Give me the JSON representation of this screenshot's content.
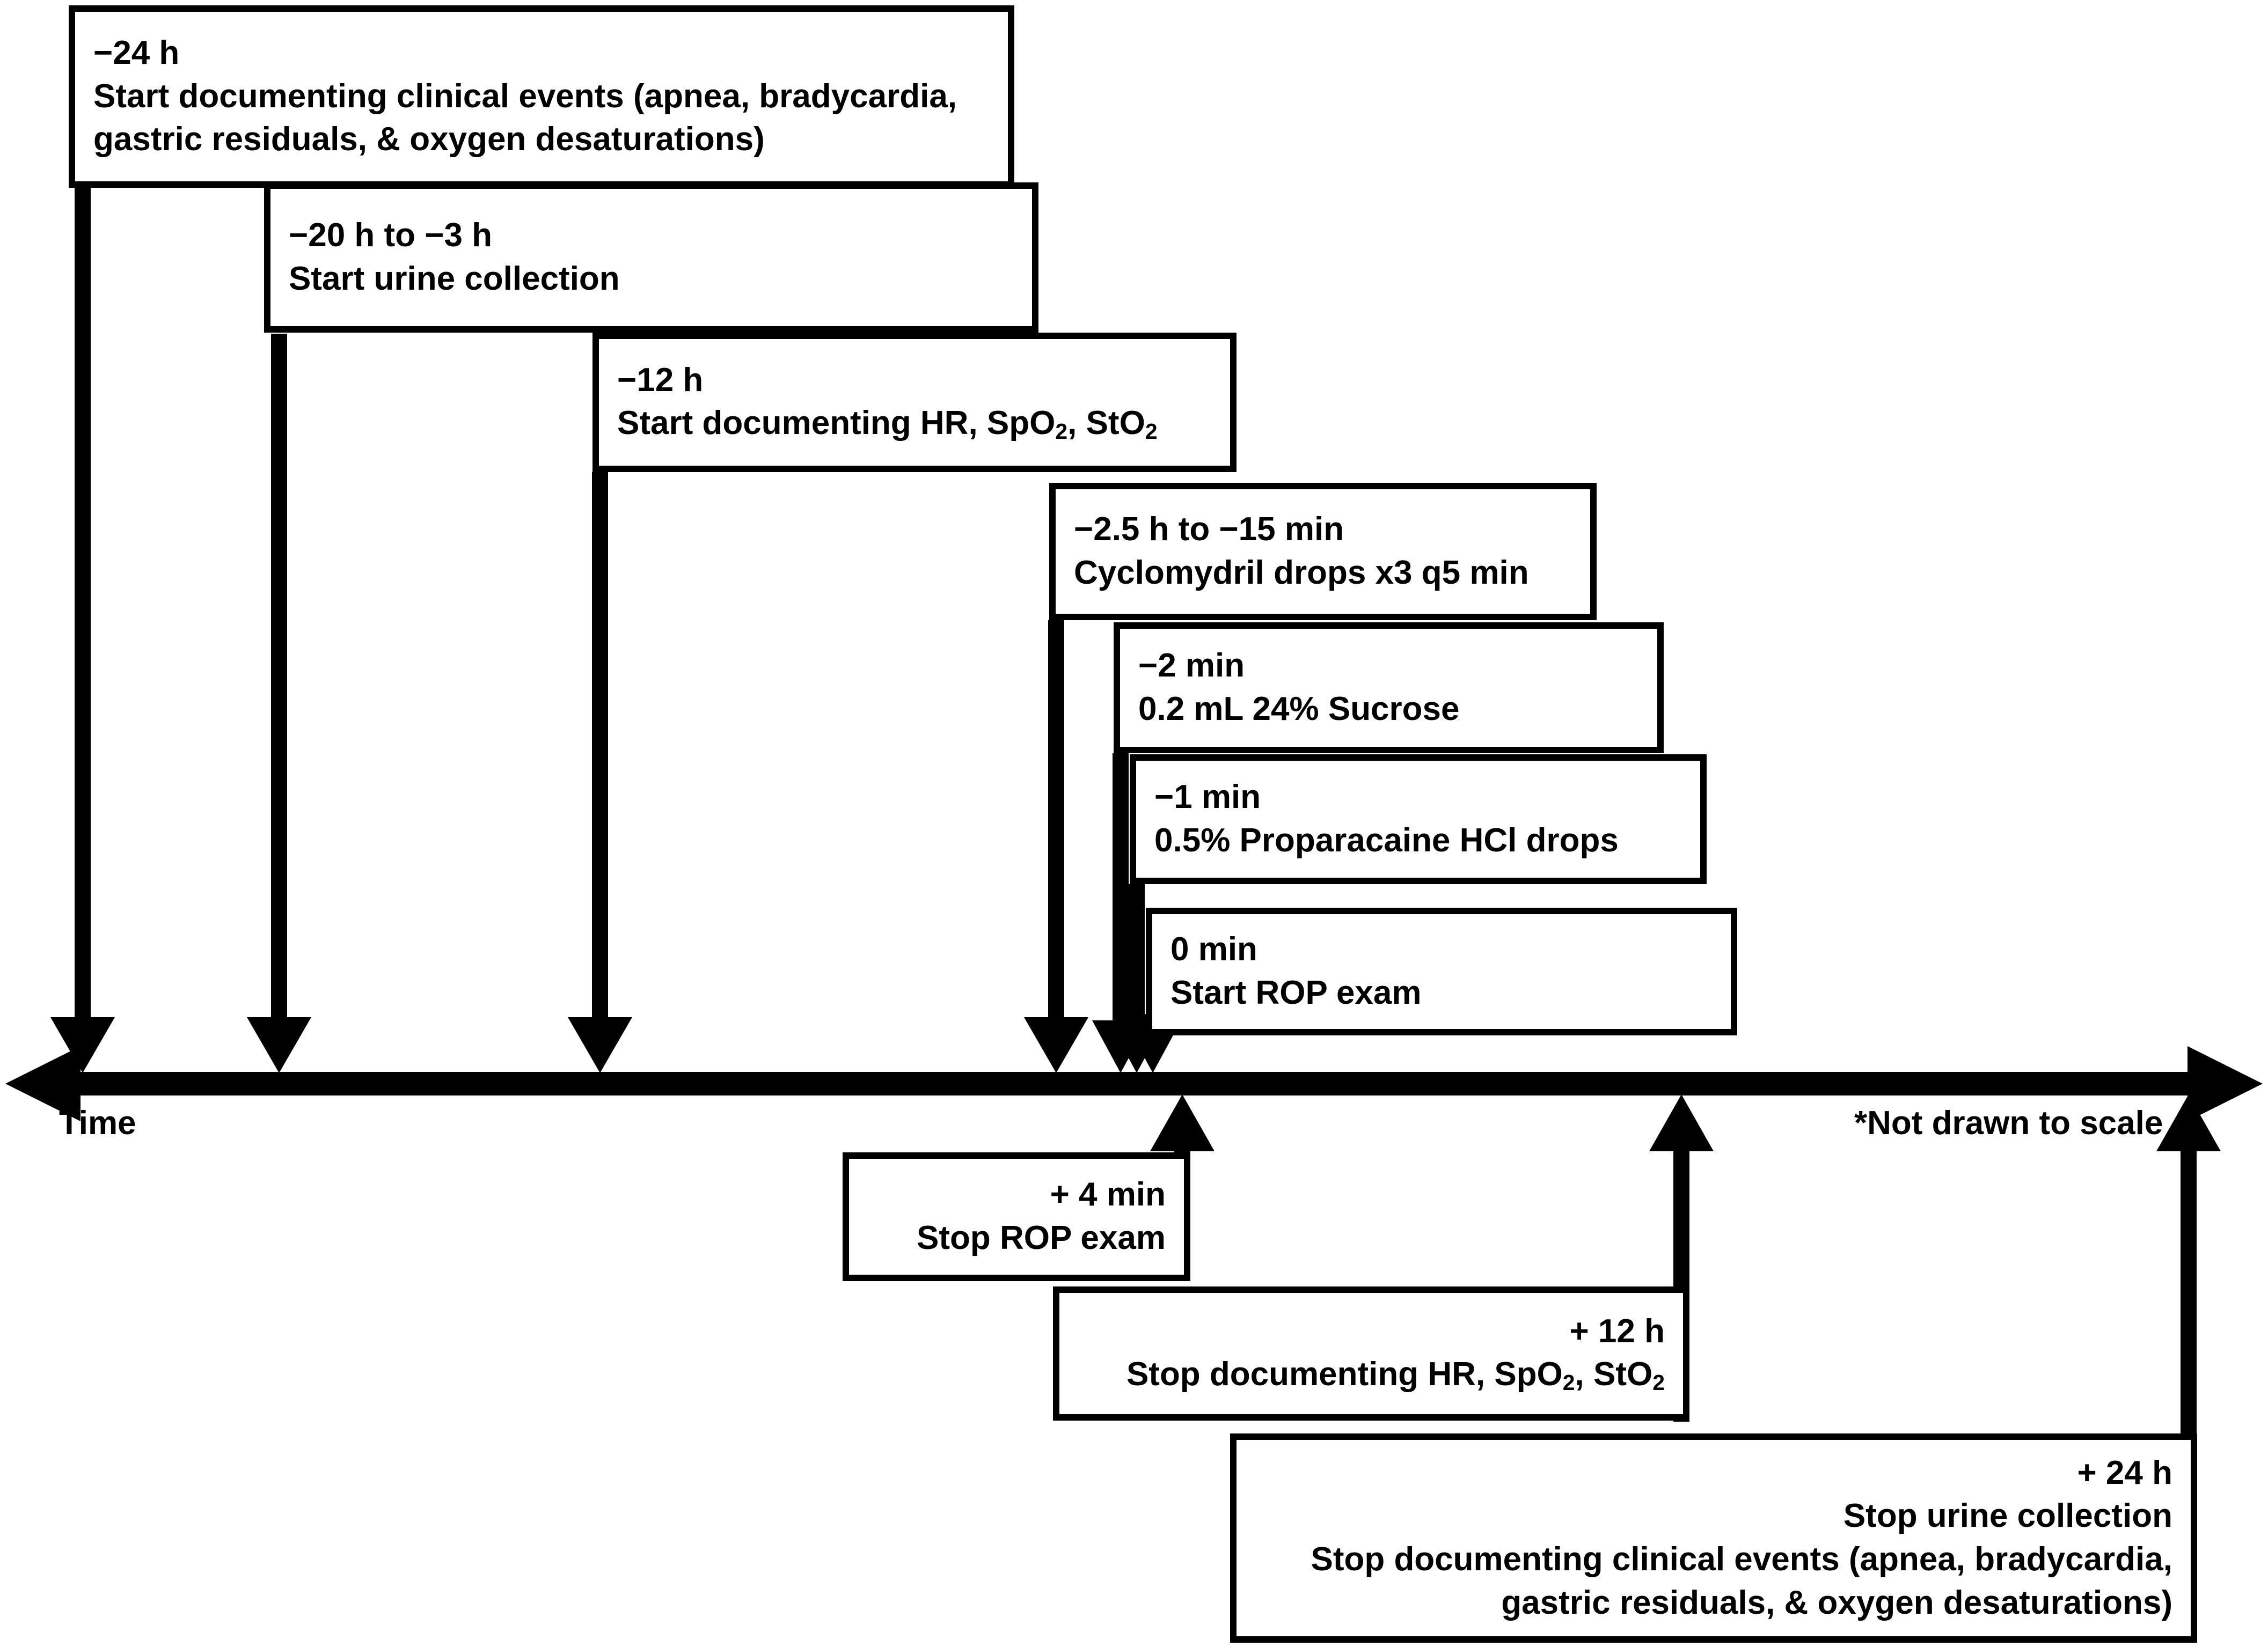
{
  "diagram": {
    "title": "ROP exam study timeline",
    "axis": {
      "name": "time-axis",
      "label": "Time",
      "note": "*Not drawn to scale",
      "direction": "bidirectional",
      "stroke_color": "#000000"
    },
    "style": {
      "box_border_color": "#000000",
      "box_fill_color": "#ffffff",
      "text_color": "#000000",
      "background": "#ffffff"
    },
    "events_above": [
      {
        "id": "start-clinical-events",
        "time": "−24 h",
        "lines": [
          "Start documenting clinical events (apnea, bradycardia,",
          "gastric residuals, & oxygen desaturations)"
        ],
        "align": "left"
      },
      {
        "id": "start-urine-collection",
        "time": "−20 h to −3 h",
        "lines": [
          "Start urine collection"
        ],
        "align": "left"
      },
      {
        "id": "start-vitals",
        "time": "−12 h",
        "lines": [
          "Start documenting HR, SpO2, StO2"
        ],
        "lines_html": [
          "Start documenting HR, SpO<sub>2</sub>, StO<sub>2</sub>"
        ],
        "align": "left"
      },
      {
        "id": "cyclomydril-drops",
        "time": "−2.5 h to −15 min",
        "lines": [
          "Cyclomydril drops x3 q5 min"
        ],
        "align": "left"
      },
      {
        "id": "sucrose",
        "time": "−2 min",
        "lines": [
          "0.2 mL 24% Sucrose"
        ],
        "align": "left"
      },
      {
        "id": "proparacaine",
        "time": "−1 min",
        "lines": [
          "0.5% Proparacaine HCl drops"
        ],
        "align": "left"
      },
      {
        "id": "start-rop-exam",
        "time": "0 min",
        "lines": [
          "Start ROP exam"
        ],
        "align": "left"
      }
    ],
    "events_below": [
      {
        "id": "stop-rop-exam",
        "time": "+ 4 min",
        "lines": [
          "Stop ROP exam"
        ],
        "align": "right"
      },
      {
        "id": "stop-vitals",
        "time": "+ 12 h",
        "lines": [
          "Stop documenting HR, SpO2, StO2"
        ],
        "lines_html": [
          "Stop documenting HR, SpO<sub>2</sub>, StO<sub>2</sub>"
        ],
        "align": "right"
      },
      {
        "id": "stop-urine-and-clinical-events",
        "time": "+ 24 h",
        "lines": [
          "Stop urine collection",
          "Stop documenting clinical events (apnea, bradycardia,",
          "gastric residuals, & oxygen desaturations)"
        ],
        "align": "right"
      }
    ]
  }
}
